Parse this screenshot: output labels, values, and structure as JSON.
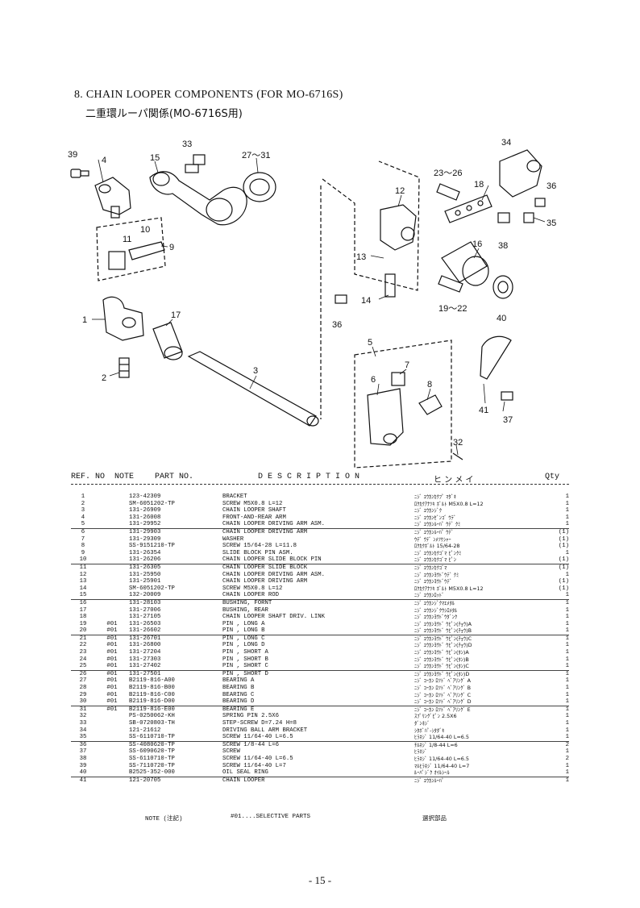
{
  "header": {
    "title_en": "8. CHAIN LOOPER COMPONENTS (FOR MO-6716S)",
    "title_jp": "二重環ルーパ関係(MO-6716S用)"
  },
  "diagram_labels": {
    "l39": "39",
    "l4": "4",
    "l15": "15",
    "l33": "33",
    "l27": "27～31",
    "l34": "34",
    "l23": "23～26",
    "l18": "18",
    "l36a": "36",
    "l12": "12",
    "l11": "11",
    "l10": "10",
    "l9": "9",
    "l13": "13",
    "l16": "16",
    "l38": "38",
    "l35": "35",
    "l14": "14",
    "l36b": "36",
    "l19": "19～22",
    "l40": "40",
    "l1": "1",
    "l17": "17",
    "l2": "2",
    "l3": "3",
    "l5": "5",
    "l6": "6",
    "l7": "7",
    "l8": "8",
    "l41": "41",
    "l37": "37",
    "l32": "32"
  },
  "table_header": {
    "ref": "REF. NO",
    "note": "NOTE",
    "part": "PART NO.",
    "desc": "D E S C R I P T I O N",
    "jp": "ヒ  ン  メ  イ",
    "qty": "Qty"
  },
  "rows": [
    {
      "ref": "1",
      "note": "",
      "part": "123-42309",
      "desc": "BRACKET",
      "jp": "ﾆｼﾞ ﾕｳｶﾝｶｸﾌﾟ ﾏﾀﾞｷ",
      "qty": "1"
    },
    {
      "ref": "2",
      "note": "",
      "part": "SM-6051202-TP",
      "desc": "SCREW M5X0.8 L=12",
      "jp": "ﾛｸｶｸｱﾅﾂｷ ﾎﾞﾙﾄ M5X0.8 L=12",
      "qty": "1"
    },
    {
      "ref": "3",
      "note": "",
      "part": "131-26909",
      "desc": "CHAIN LOOPER SHAFT",
      "jp": "ﾆｼﾞ ﾕｳｶﾝｼﾞｸ",
      "qty": "1"
    },
    {
      "ref": "4",
      "note": "",
      "part": "131-26008",
      "desc": "FRONT-AND-REAR ARM",
      "jp": "ﾆｼﾞ ﾕｳｶﾝｾﾞﾝｺﾞ ｳﾃﾞ",
      "qty": "1"
    },
    {
      "ref": "5",
      "note": "",
      "part": "131-29952",
      "desc": "CHAIN LOOPER DRIVING ARM ASM.",
      "jp": "ﾆｼﾞ ﾕｳｶﾝﾙｰﾊﾟ ｳﾃﾞ ｸﾐ",
      "qty": "1"
    },
    {
      "ref": "6",
      "note": "",
      "part": "131-29903",
      "desc": "CHAIN LOOPER DRIVING ARM",
      "jp": "ﾆｼﾞ ﾕｳｶﾝﾙｰﾊﾟ ｳﾃﾞ",
      "qty": "(1)"
    },
    {
      "ref": "7",
      "note": "",
      "part": "131-29309",
      "desc": "WASHER",
      "jp": "ｳﾃﾞ ｳﾃﾞ ﾝﾒﾂｹｼｬｰ",
      "qty": "(1)"
    },
    {
      "ref": "8",
      "note": "",
      "part": "SS-9151210-TP",
      "desc": "SCREW 15/64-28 L=11.8",
      "jp": "ﾛｸｶｸﾎﾞﾙﾄ 15/64-28",
      "qty": "(1)"
    },
    {
      "ref": "9",
      "note": "",
      "part": "131-26354",
      "desc": "SLIDE BLOCK PIN ASM.",
      "jp": "ﾆｼﾞ ﾕｳｶﾝｶｸｺﾞﾏ ﾋﾟﾝｸﾐ",
      "qty": "1"
    },
    {
      "ref": "10",
      "note": "",
      "part": "131-26206",
      "desc": "CHAIN LOOPER SLIDE BLOCK PIN",
      "jp": "ﾆｼﾞ ﾕｳｶﾝｶｸｺﾞﾏ ﾋﾟﾝ",
      "qty": "(1)"
    },
    {
      "ref": "11",
      "note": "",
      "part": "131-26305",
      "desc": "CHAIN LOOPER SLIDE BLOCK",
      "jp": "ﾆｼﾞ ﾕｳｶﾝｶｸｺﾞﾏ",
      "qty": "(1)"
    },
    {
      "ref": "12",
      "note": "",
      "part": "131-25950",
      "desc": "CHAIN LOOPER DRIVING ARM ASM.",
      "jp": "ﾆｼﾞ ﾕｳｶﾝﾖｳﾄﾞｳﾃﾞ ｸﾐ",
      "qty": "1"
    },
    {
      "ref": "13",
      "note": "",
      "part": "131-25901",
      "desc": "CHAIN LOOPER DRIVING ARM",
      "jp": "ﾆｼﾞ ﾕｳｶﾝﾖｳﾄﾞｳﾃﾞ",
      "qty": "(1)"
    },
    {
      "ref": "14",
      "note": "",
      "part": "SM-6051202-TP",
      "desc": "SCREW M5X0.8 L=12",
      "jp": "ﾛｸｶｸｱﾅﾂｷ ﾎﾞﾙﾄ M5X0.8 L=12",
      "qty": "(1)"
    },
    {
      "ref": "15",
      "note": "",
      "part": "132-20009",
      "desc": "CHAIN LOOPER ROD",
      "jp": "ﾆｼﾞ ﾕｳｶﾝﾛｯﾄﾞ",
      "qty": "1"
    },
    {
      "ref": "16",
      "note": "",
      "part": "131-28103",
      "desc": "BUSHING, FORNT",
      "jp": "ﾆｼﾞ ﾕｳｶﾝｼﾞｸﾏｴﾒﾀﾙ",
      "qty": "1"
    },
    {
      "ref": "17",
      "note": "",
      "part": "131-27006",
      "desc": "BUSHING, REAR",
      "jp": "ﾆｼﾞ ﾕｳｶﾝｼﾞｸｳｼﾛﾒﾀﾙ",
      "qty": "1"
    },
    {
      "ref": "18",
      "note": "",
      "part": "131-27105",
      "desc": "CHAIN LOOPER SHAFT DRIV. LINK",
      "jp": "ﾆｼﾞ ﾕｳｶﾝﾖｳﾄﾞｳﾀﾞﾝｸ",
      "qty": "1"
    },
    {
      "ref": "19",
      "note": "#01",
      "part": "131-26503",
      "desc": "PIN , LONG A",
      "jp": "ﾆｼﾞ ﾕｳｶﾝﾖｳﾄﾞ ｳﾋﾟﾝ(ﾁｮｳ)A",
      "qty": "1"
    },
    {
      "ref": "20",
      "note": "#01",
      "part": "131-26602",
      "desc": "PIN , LONG B",
      "jp": "ﾆｼﾞ ﾕｳｶﾝﾖｳﾄﾞ ｳﾋﾟﾝ(ﾁｮｳ)B",
      "qty": "1"
    },
    {
      "ref": "21",
      "note": "#01",
      "part": "131-26701",
      "desc": "PIN , LONG C",
      "jp": "ﾆｼﾞ ﾕｳｶﾝﾖｳﾄﾞ ｳﾋﾟﾝ(ﾁｮｳ)C",
      "qty": "1"
    },
    {
      "ref": "22",
      "note": "#01",
      "part": "131-26800",
      "desc": "PIN , LONG D",
      "jp": "ﾆｼﾞ ﾕｳｶﾝﾖｳﾄﾞ ｳﾋﾟﾝ(ﾁｮｳ)D",
      "qty": "1"
    },
    {
      "ref": "23",
      "note": "#01",
      "part": "131-27204",
      "desc": "PIN , SHORT A",
      "jp": "ﾆｼﾞ ﾕｳｶﾝﾖｳﾄﾞ ｳﾋﾟﾝ(ﾀﾝ)A",
      "qty": "1"
    },
    {
      "ref": "24",
      "note": "#01",
      "part": "131-27303",
      "desc": "PIN , SHORT B",
      "jp": "ﾆｼﾞ ﾕｳｶﾝﾖｳﾄﾞ ｳﾋﾟﾝ(ﾀﾝ)B",
      "qty": "1"
    },
    {
      "ref": "25",
      "note": "#01",
      "part": "131-27402",
      "desc": "PIN , SHORT C",
      "jp": "ﾆｼﾞ ﾕｳｶﾝﾖｳﾄﾞ ｳﾋﾟﾝ(ﾀﾝ)C",
      "qty": "1"
    },
    {
      "ref": "26",
      "note": "#01",
      "part": "131-27501",
      "desc": "PIN , SHORT D",
      "jp": "ﾆｼﾞ ﾕｳｶﾝﾖｳﾄﾞ ｳﾋﾟﾝ(ﾀﾝ)D",
      "qty": "1"
    },
    {
      "ref": "27",
      "note": "#01",
      "part": "B2119-816-A00",
      "desc": "BEARING A",
      "jp": "ﾆｼﾞ ｺｰｶﾝ ﾛﾂﾄﾞ ﾍﾞｱﾘﾝｸﾞ A",
      "qty": "1"
    },
    {
      "ref": "28",
      "note": "#01",
      "part": "B2119-816-B00",
      "desc": "BEARING B",
      "jp": "ﾆｼﾞ ｺｰｶﾝ ﾛﾂﾄﾞ ﾍﾞｱﾘﾝｸﾞ B",
      "qty": "1"
    },
    {
      "ref": "29",
      "note": "#01",
      "part": "B2119-816-C00",
      "desc": "BEARING C",
      "jp": "ﾆｼﾞ ｺｰｶﾝ ﾛﾂﾄﾞ ﾍﾞｱﾘﾝｸﾞ C",
      "qty": "1"
    },
    {
      "ref": "30",
      "note": "#01",
      "part": "B2119-816-D00",
      "desc": "BEARING D",
      "jp": "ﾆｼﾞ ｺｰｶﾝ ﾛﾂﾄﾞ ﾍﾞｱﾘﾝｸﾞ D",
      "qty": "1"
    },
    {
      "ref": "31",
      "note": "#01",
      "part": "B2119-816-E00",
      "desc": "BEARING E",
      "jp": "ﾆｼﾞ ｺｰｶﾝ ﾛﾂﾄﾞ ﾍﾞｱﾘﾝｸﾞ E",
      "qty": "1"
    },
    {
      "ref": "32",
      "note": "",
      "part": "PS-0250062-KH",
      "desc": "SPRING PIN 2.5X6",
      "jp": "ｽﾌﾟﾘﾝｸﾞﾋﾟﾝ 2.5X6",
      "qty": "1"
    },
    {
      "ref": "33",
      "note": "",
      "part": "SB-0720803-TH",
      "desc": "STEP-SCREW D=7.24 H=8",
      "jp": "ﾀﾞﾝﾈｼﾞ",
      "qty": "1"
    },
    {
      "ref": "34",
      "note": "",
      "part": "121-21612",
      "desc": "DRIVING BALL ARM BRACKET",
      "jp": "ｼﾀﾎﾞﾊﾟ-ｼﾀﾀﾞｷ",
      "qty": "1"
    },
    {
      "ref": "35",
      "note": "",
      "part": "SS-6110710-TP",
      "desc": "SCREW 11/64-40 L=6.5",
      "jp": "ﾋﾗﾈｼﾞ 11/64-40 L=6.5",
      "qty": "1"
    },
    {
      "ref": "36",
      "note": "",
      "part": "SS-4080620-TP",
      "desc": "SCREW 1/8-44 L=6",
      "jp": "ﾁﾙﾈｼﾞ 1/8-44 L=6",
      "qty": "2"
    },
    {
      "ref": "37",
      "note": "",
      "part": "SS-6090620-TP",
      "desc": "SCREW",
      "jp": "ﾋﾗﾈｼﾞ",
      "qty": "1"
    },
    {
      "ref": "38",
      "note": "",
      "part": "SS-6110710-TP",
      "desc": "SCREW 11/64-40 L=6.5",
      "jp": "ﾋﾗﾈｼﾞ 11/64-40 L=6.5",
      "qty": "2"
    },
    {
      "ref": "39",
      "note": "",
      "part": "SS-7110720-TP",
      "desc": "SCREW 11/64-40 L=7",
      "jp": "ﾏﾙﾋﾗﾈｼﾞ 11/64-40 L=7",
      "qty": "1"
    },
    {
      "ref": "40",
      "note": "",
      "part": "B2525-352-000",
      "desc": "OIL SEAL RING",
      "jp": "ﾙｰﾊﾟｼﾞｸ ｵｲﾙｼｰﾙ",
      "qty": "1"
    },
    {
      "ref": "41",
      "note": "",
      "part": "121-20705",
      "desc": "CHAIN LOOPER",
      "jp": "ﾆｼﾞ ﾕｳｶﾝﾙｰﾊﾟ",
      "qty": "1"
    }
  ],
  "note_row": {
    "label": "NOTE (注記)",
    "text": "#01....SELECTIVE PARTS",
    "jp": "選択部品"
  },
  "page_number": "- 15 -"
}
